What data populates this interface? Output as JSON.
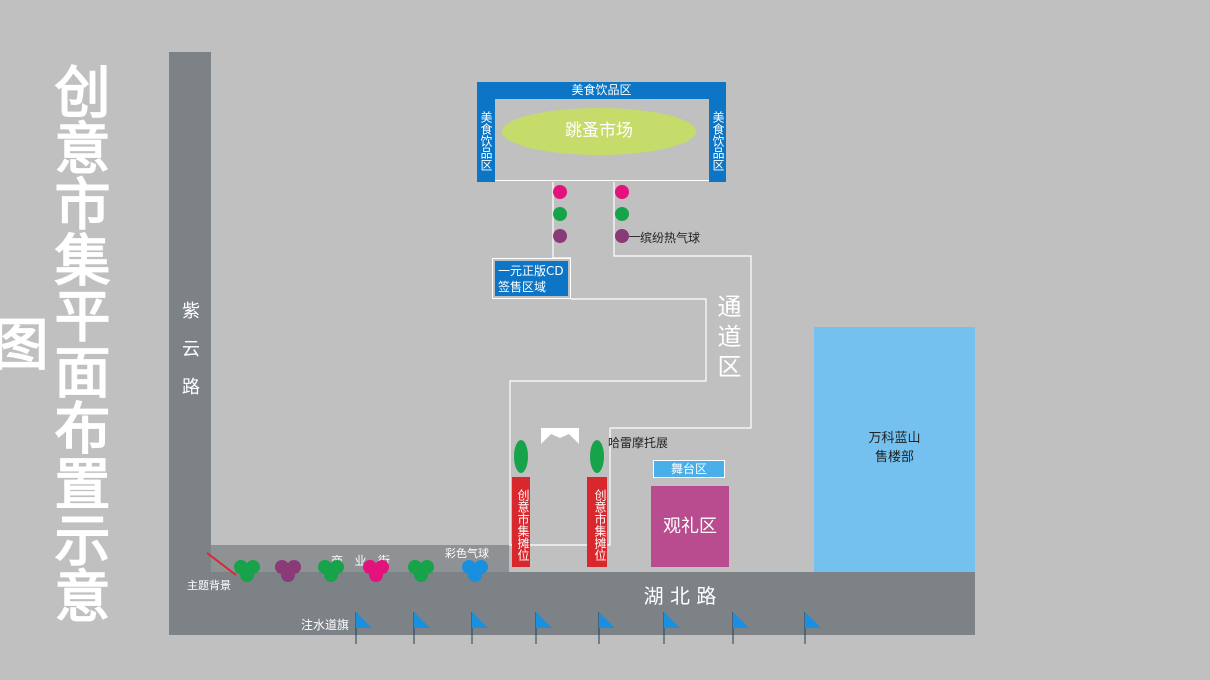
{
  "title": "创意市集平面布置示意图",
  "roads": {
    "ziyun": "紫云路",
    "hubei": "湖 北 路"
  },
  "zones": {
    "food_top": "美食饮品区",
    "food_left": "美食饮品区",
    "food_right": "美食饮品区",
    "flea_market": "跳蚤市场",
    "cd_sales_line1": "一元正版CD",
    "cd_sales_line2": "签售区域",
    "passage": "通道区",
    "stalls_left": "创意市集摊位",
    "stalls_right": "创意市集摊位",
    "stage": "舞台区",
    "viewing": "观礼区",
    "sales_office_line1": "万科蓝山",
    "sales_office_line2": "售楼部",
    "commercial_street": "商   业   街"
  },
  "labels": {
    "balloons_festive": "缤纷热气球",
    "harley_exhibit": "哈雷摩托展",
    "color_balloons": "彩色气球",
    "theme_backdrop": "主题背景",
    "water_flags": "注水道旗"
  },
  "colors": {
    "background": "#c0c0c0",
    "road": "#7d8287",
    "blue": "#0c75c5",
    "light_blue": "#74c0ef",
    "lime": "#c5dc6b",
    "magenta": "#b94c8e",
    "red": "#d8282e",
    "pink_dot": "#e3127d",
    "green_dot": "#16a34a",
    "purple_dot": "#8b3a78",
    "balloon_blue": "#1a8fe0"
  }
}
